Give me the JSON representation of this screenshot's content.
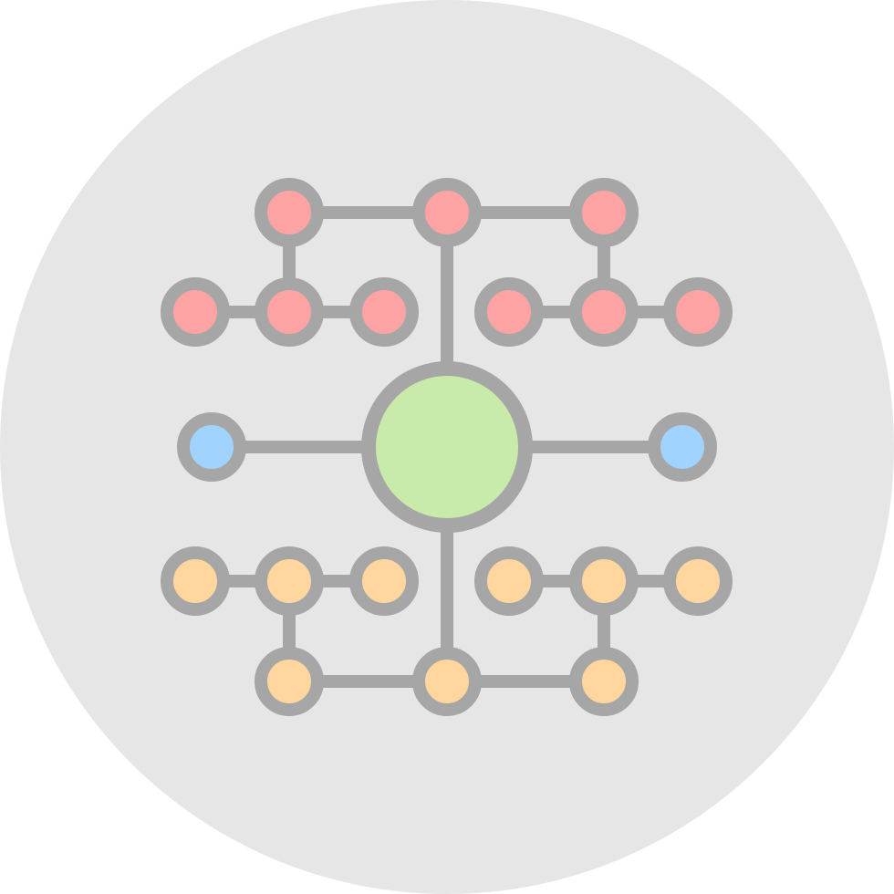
{
  "icon": {
    "name": "network-hierarchy-icon",
    "style": "flat"
  },
  "colors": {
    "background_circle": "#e6e6e6",
    "stroke": "#a6a6a6",
    "hub_fill": "#c8ebab",
    "red_node_fill": "#fea3a3",
    "blue_node_fill": "#a0d3fe",
    "orange_node_fill": "#fed69e"
  },
  "node_groups": [
    {
      "group": "upper",
      "color_key": "red_node_fill",
      "count": 9
    },
    {
      "group": "middle",
      "color_key": "blue_node_fill",
      "count": 2
    },
    {
      "group": "lower",
      "color_key": "orange_node_fill",
      "count": 9
    },
    {
      "group": "hub",
      "color_key": "hub_fill",
      "count": 1
    }
  ]
}
